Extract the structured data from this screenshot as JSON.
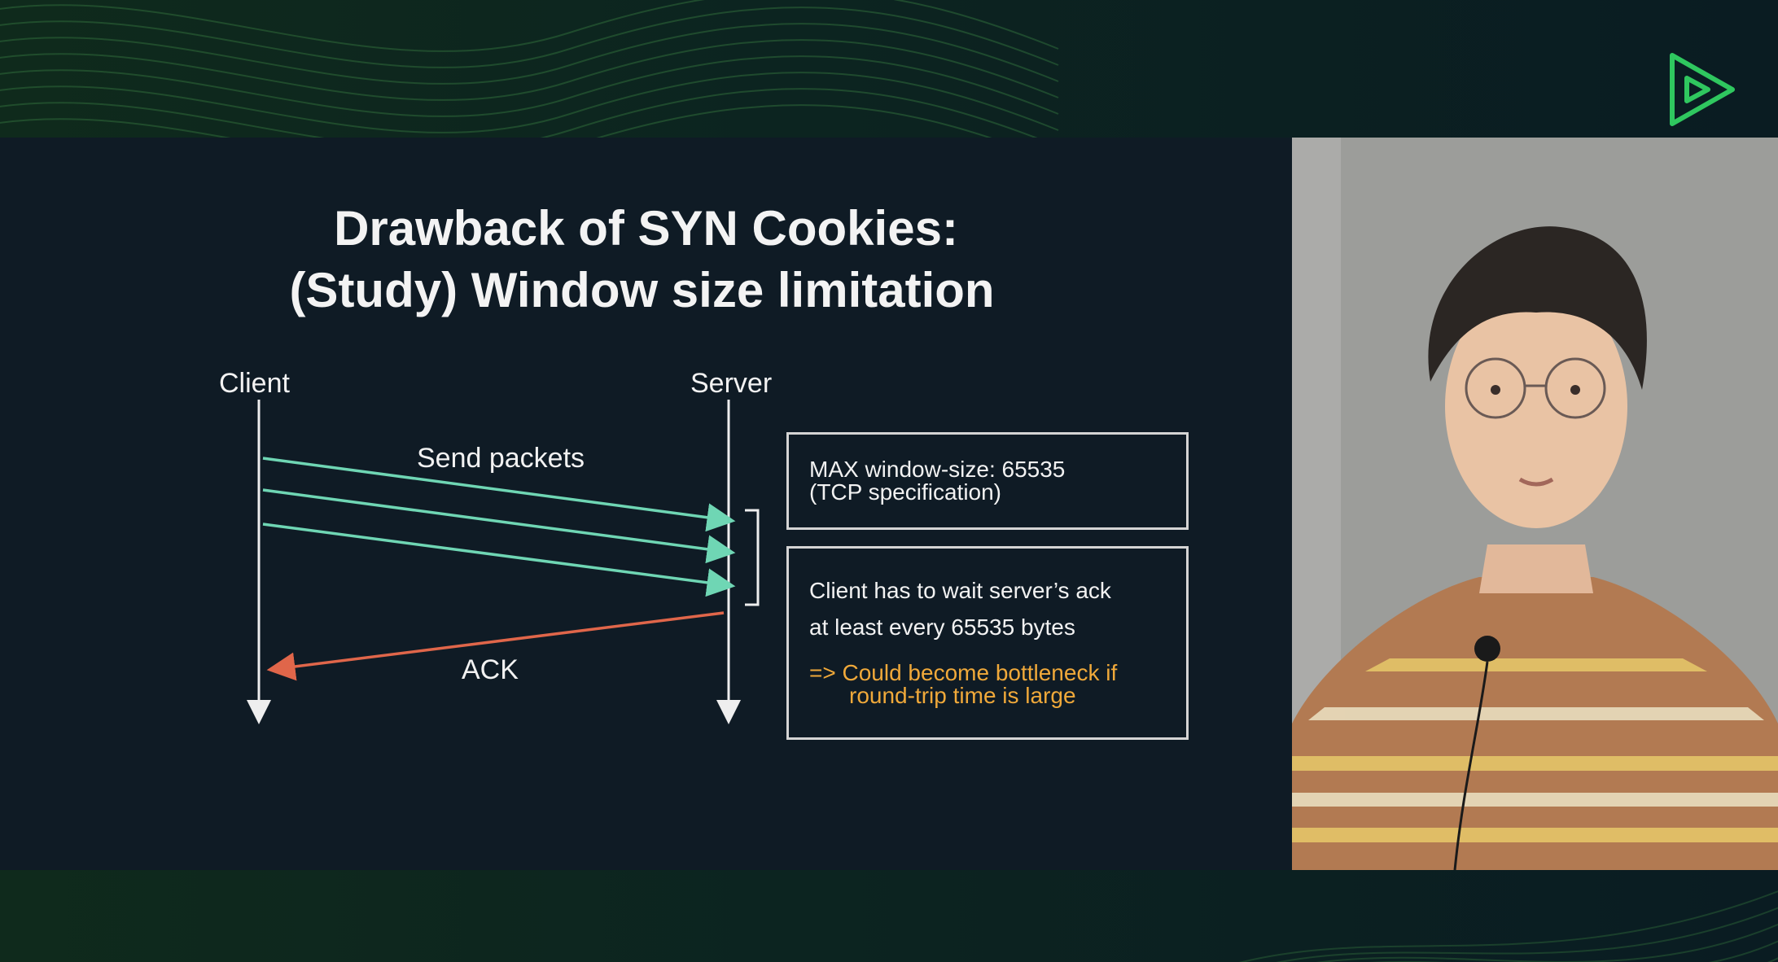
{
  "slide": {
    "title_line1": "Drawback of SYN Cookies:",
    "title_line2": "(Study) Window size limitation",
    "client_label": "Client",
    "server_label": "Server",
    "send_label": "Send packets",
    "ack_label": "ACK",
    "box1": {
      "line1": "MAX window-size: 65535",
      "line2": "(TCP specification)"
    },
    "box2": {
      "line1": "Client has to wait server’s ack",
      "line2": "at least every 65535 bytes",
      "line3": "=> Could become bottleneck if",
      "line4": "round-trip time is large"
    }
  },
  "colors": {
    "packet_arrow": "#6fd6b4",
    "ack_arrow": "#e0664a",
    "highlight_text": "#f0a93a",
    "logo": "#2fc75f"
  },
  "icons": {
    "logo": "play-triangle-logo"
  }
}
